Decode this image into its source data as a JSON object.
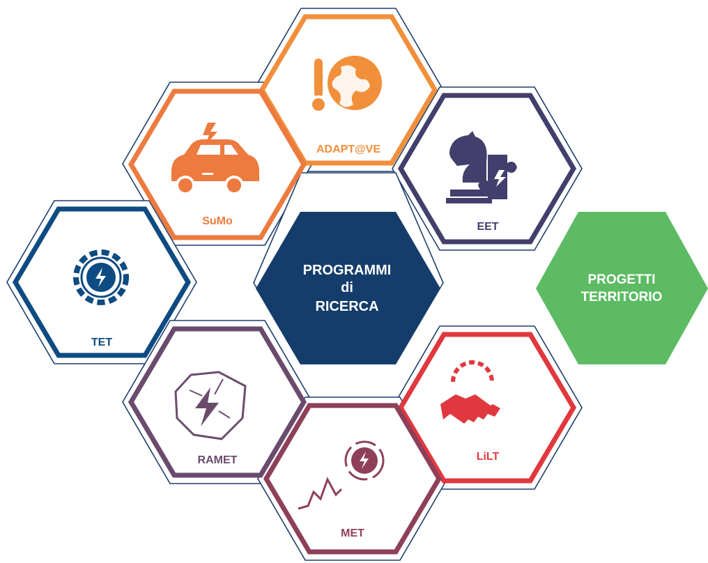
{
  "center": {
    "lines": [
      "PROGRAMMI",
      "di",
      "RICERCA"
    ],
    "color": "#153d6b"
  },
  "side": {
    "lines": [
      "PROGETTI",
      "TERRITORIO"
    ],
    "color": "#5dbb63"
  },
  "programs": [
    {
      "id": "adaptve",
      "label": "ADAPT@VE",
      "color": "#f18f3b",
      "icon": "thermometer-globe-icon"
    },
    {
      "id": "sumo",
      "label": "SuMo",
      "color": "#ed7a3f",
      "icon": "electric-car-icon"
    },
    {
      "id": "eet",
      "label": "EET",
      "color": "#423f6c",
      "icon": "chess-knight-puzzle-icon"
    },
    {
      "id": "tet",
      "label": "TET",
      "color": "#0e4b82",
      "icon": "gear-lightning-icon"
    },
    {
      "id": "ramet",
      "label": "RAMET",
      "color": "#6a4b6d",
      "icon": "cracked-rock-lightning-icon"
    },
    {
      "id": "met",
      "label": "MET",
      "color": "#8e4059",
      "icon": "trend-cycle-lightning-icon"
    },
    {
      "id": "lilt",
      "label": "LiLT",
      "color": "#e0383e",
      "icon": "handshake-gear-icon"
    }
  ]
}
